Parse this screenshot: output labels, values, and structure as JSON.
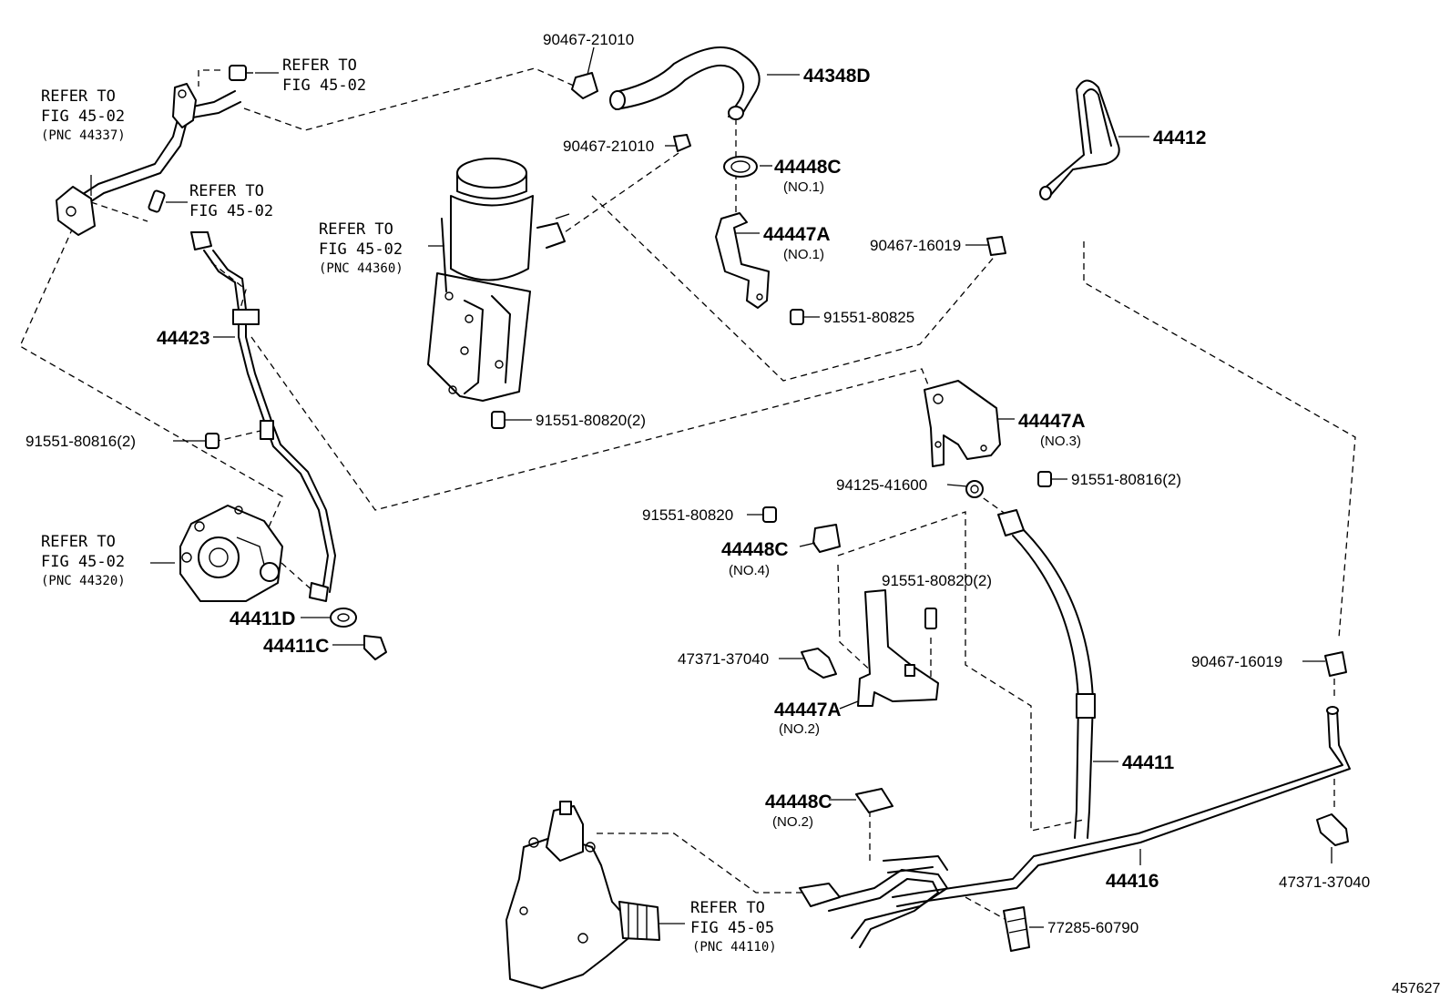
{
  "figure_id": "457627",
  "refs": {
    "top_clip": {
      "l1": "REFER TO",
      "l2": "FIG 45-02"
    },
    "inlet": {
      "l1": "REFER TO",
      "l2": "FIG 45-02",
      "pnc": "(PNC 44337)"
    },
    "bolt": {
      "l1": "REFER TO",
      "l2": "FIG 45-02"
    },
    "reservoir": {
      "l1": "REFER TO",
      "l2": "FIG 45-02",
      "pnc": "(PNC 44360)"
    },
    "pump": {
      "l1": "REFER TO",
      "l2": "FIG 45-02",
      "pnc": "(PNC 44320)"
    },
    "gear": {
      "l1": "REFER TO",
      "l2": "FIG 45-05",
      "pnc": "(PNC 44110)"
    }
  },
  "parts": {
    "p1": "90467-21010",
    "p2": "44348D",
    "p3": "90467-21010",
    "p4": "44448C",
    "p4n": "(NO.1)",
    "p5": "44447A",
    "p5n": "(NO.1)",
    "p6": "44412",
    "p7": "90467-16019",
    "p8": "91551-80825",
    "p9": "44423",
    "p10": "91551-80820(2)",
    "p11": "91551-80816(2)",
    "p12": "44447A",
    "p12n": "(NO.3)",
    "p13": "94125-41600",
    "p14": "91551-80816(2)",
    "p15": "91551-80820",
    "p16": "44448C",
    "p16n": "(NO.4)",
    "p17": "91551-80820(2)",
    "p18": "44411D",
    "p19": "44411C",
    "p20": "47371-37040",
    "p21": "44447A",
    "p21n": "(NO.2)",
    "p22": "90467-16019",
    "p23": "44411",
    "p24": "44448C",
    "p24n": "(NO.2)",
    "p25": "44416",
    "p26": "47371-37040",
    "p27": "77285-60790"
  }
}
